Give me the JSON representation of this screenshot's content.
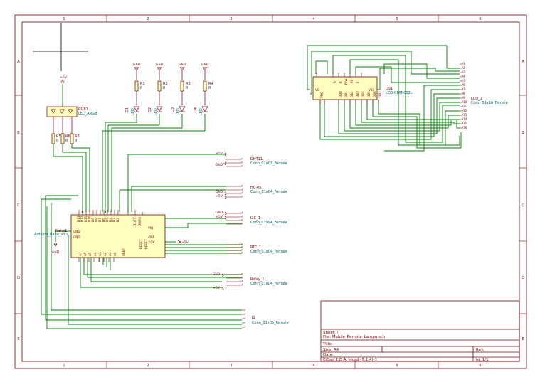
{
  "sheet": {
    "col_labels": [
      "1",
      "2",
      "3",
      "4",
      "5",
      "6"
    ],
    "row_labels": [
      "A",
      "B",
      "C",
      "D",
      "E"
    ]
  },
  "title_block": {
    "sheet": "Sheet: /",
    "file": "File: Mobile_Remote_Lampu.sch",
    "title": "Title:",
    "size": "Size: A4",
    "date": "Date:",
    "rev": "Rev:",
    "kicad": "KiCad E.D.A.  kicad (5.1.4)-1",
    "id": "Id: 1/1"
  },
  "power": {
    "vcc5": "+5V",
    "gnd": "GND"
  },
  "components": {
    "rgb": {
      "ref": "RGB1",
      "value": "LED_ARGB"
    },
    "r_top": [
      {
        "ref": "R1",
        "val": "R"
      },
      {
        "ref": "R2",
        "val": "R"
      },
      {
        "ref": "R3",
        "val": "R"
      },
      {
        "ref": "R4",
        "val": "R"
      }
    ],
    "r_bot": [
      {
        "ref": "R5",
        "val": "R"
      },
      {
        "ref": "R6",
        "val": "R"
      },
      {
        "ref": "R8",
        "val": "R"
      }
    ],
    "leds": [
      {
        "ref": "D1",
        "val": "LED"
      },
      {
        "ref": "D2",
        "val": "LED"
      },
      {
        "ref": "D3",
        "val": "LED"
      },
      {
        "ref": "D4",
        "val": "LED"
      }
    ],
    "arduino": {
      "ref": "Nano1",
      "value": "Arduino_Nano_v3.x",
      "top_pins": [
        "D13",
        "D12",
        "D11",
        "D10",
        "D9",
        "D8",
        "D7",
        "D6",
        "D5",
        "D4",
        "D3",
        "D2",
        "D1/TX",
        "D0/RX"
      ],
      "left_pins": [
        "GND",
        "GND"
      ],
      "bottom_pins": [
        "A7",
        "A6",
        "A5",
        "A4",
        "A3",
        "A2",
        "A1",
        "A0",
        "AREF",
        "RESET",
        "RESET"
      ],
      "right_pins": [
        "VIN",
        "3V3",
        "+5V"
      ]
    },
    "lcd": {
      "ref": "DS1",
      "value": "LCD-016N002L",
      "left_pins": [
        "VO",
        "VDD"
      ],
      "top_pins": [
        "A",
        "K",
        "R/W",
        "RS",
        "E"
      ],
      "bottom_pins": [
        "DB0",
        "DB1",
        "DB2",
        "DB3",
        "DB4",
        "DB5",
        "DB6",
        "DB7"
      ],
      "right_pins": [
        "VSS"
      ]
    },
    "dht": {
      "ref": "DHT11",
      "value": "Conn_01x03_Female"
    },
    "hc": {
      "ref": "HC-05",
      "value": "Conn_01x04_Female"
    },
    "rtc": {
      "ref": "RTC_1",
      "value": "Conn_01x04_Female"
    },
    "i2c": {
      "ref": "I2C_1",
      "value": "Conn_01x04_Female"
    },
    "relay": {
      "ref": "Relay_1",
      "value": "Conn_01x04_Female"
    },
    "j1": {
      "ref": "J1",
      "value": "Conn_01x05_Female"
    },
    "lcdconn": {
      "ref": "LCD_1",
      "value": "Conn_01x16_Female"
    }
  },
  "pin_numbers": [
    "1",
    "2",
    "3",
    "4",
    "5",
    "6",
    "7",
    "8",
    "9",
    "10",
    "11",
    "12",
    "13",
    "14",
    "15",
    "16"
  ]
}
